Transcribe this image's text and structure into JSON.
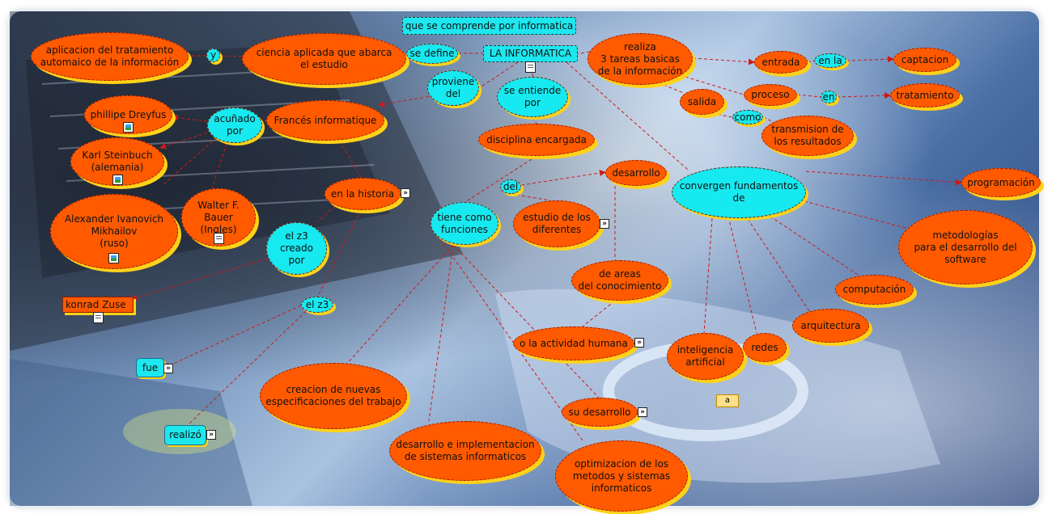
{
  "colors": {
    "oval": "#ff5a00",
    "cyan": "#17e9f0",
    "link": "#cc1b1b",
    "shadow": "#ffd21a"
  },
  "nodes": {
    "n1": "que se comprende por informatica",
    "n2": "LA INFORMATICA",
    "n3": "se define",
    "n4": "ciencia aplicada que abarca\nel estudio",
    "n5": "y",
    "n6": "aplicacion del tratamiento\nautomaico de la información",
    "n7": "realiza\n3 tareas basicas\nde la información",
    "n8": "entrada",
    "n9": "en la",
    "n10": "captacion",
    "n11": "proceso",
    "n12": "en",
    "n13": "tratamiento",
    "n14": "salida",
    "n15": "como",
    "n16": "transmision de\nlos resultados",
    "n17": "proviene\ndel",
    "n18": "se entiende\npor",
    "n19": "Francés informatique",
    "n20": "acuñado\npor",
    "n21": "phillipe Dreyfus",
    "n22": "Karl Steinbuch\n(alemania)",
    "n23": "Alexander Ivanovich\nMikhailov\n(ruso)",
    "n24": "Walter F.\nBauer\n(Ingles)",
    "n25": "en la historia",
    "n26": "el z3\ncreado\npor",
    "n27": "konrad Zuse",
    "n28": "el z3",
    "n29": "fue",
    "n30": "realizó",
    "n31": "disciplina encargada",
    "n32": "del",
    "n33": "desarrollo",
    "n34": "estudio de los\ndiferentes",
    "n35": "tiene como\nfunciones",
    "n36": "de areas\ndel conocimiento",
    "n37": "o la actividad humana",
    "n38": "convergen fundamentos\nde",
    "n39": "programación",
    "n40": "metodologías\npara el desarrollo del\nsoftware",
    "n41": "computación",
    "n42": "arquitectura",
    "n43": "redes",
    "n44": "inteligencia\nartificial",
    "n45": "creacion de nuevas\nespecificaciones del trabajo",
    "n46": "desarrollo e implementacion\nde sistemas informaticos",
    "n47": "su desarrollo",
    "n48": "optimizacion de los\nmetodos y sistemas\ninformaticos"
  },
  "expand_marker": "»",
  "note_label": "a"
}
